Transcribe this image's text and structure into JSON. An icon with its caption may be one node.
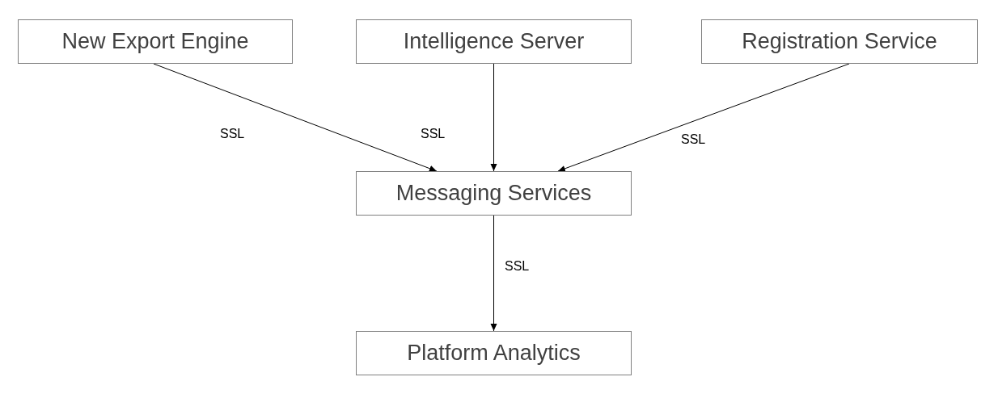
{
  "diagram": {
    "nodes": [
      {
        "text": [
          "New Export Engine"
        ]
      },
      {
        "text": [
          "Intelligence Server"
        ]
      },
      {
        "text": [
          "Registration Service"
        ]
      },
      {
        "text": [
          "Messaging Services"
        ]
      },
      {
        "text": [
          "Platform Analytics"
        ]
      }
    ],
    "edges": [
      {
        "from": 0,
        "to": 3,
        "arrow": "to",
        "label": "SSL"
      },
      {
        "from": 1,
        "to": 3,
        "arrow": "to",
        "label": "SSL"
      },
      {
        "from": 2,
        "to": 3,
        "arrow": "to",
        "label": "SSL"
      },
      {
        "from": 3,
        "to": 4,
        "arrow": "to",
        "label": "SSL"
      }
    ]
  }
}
